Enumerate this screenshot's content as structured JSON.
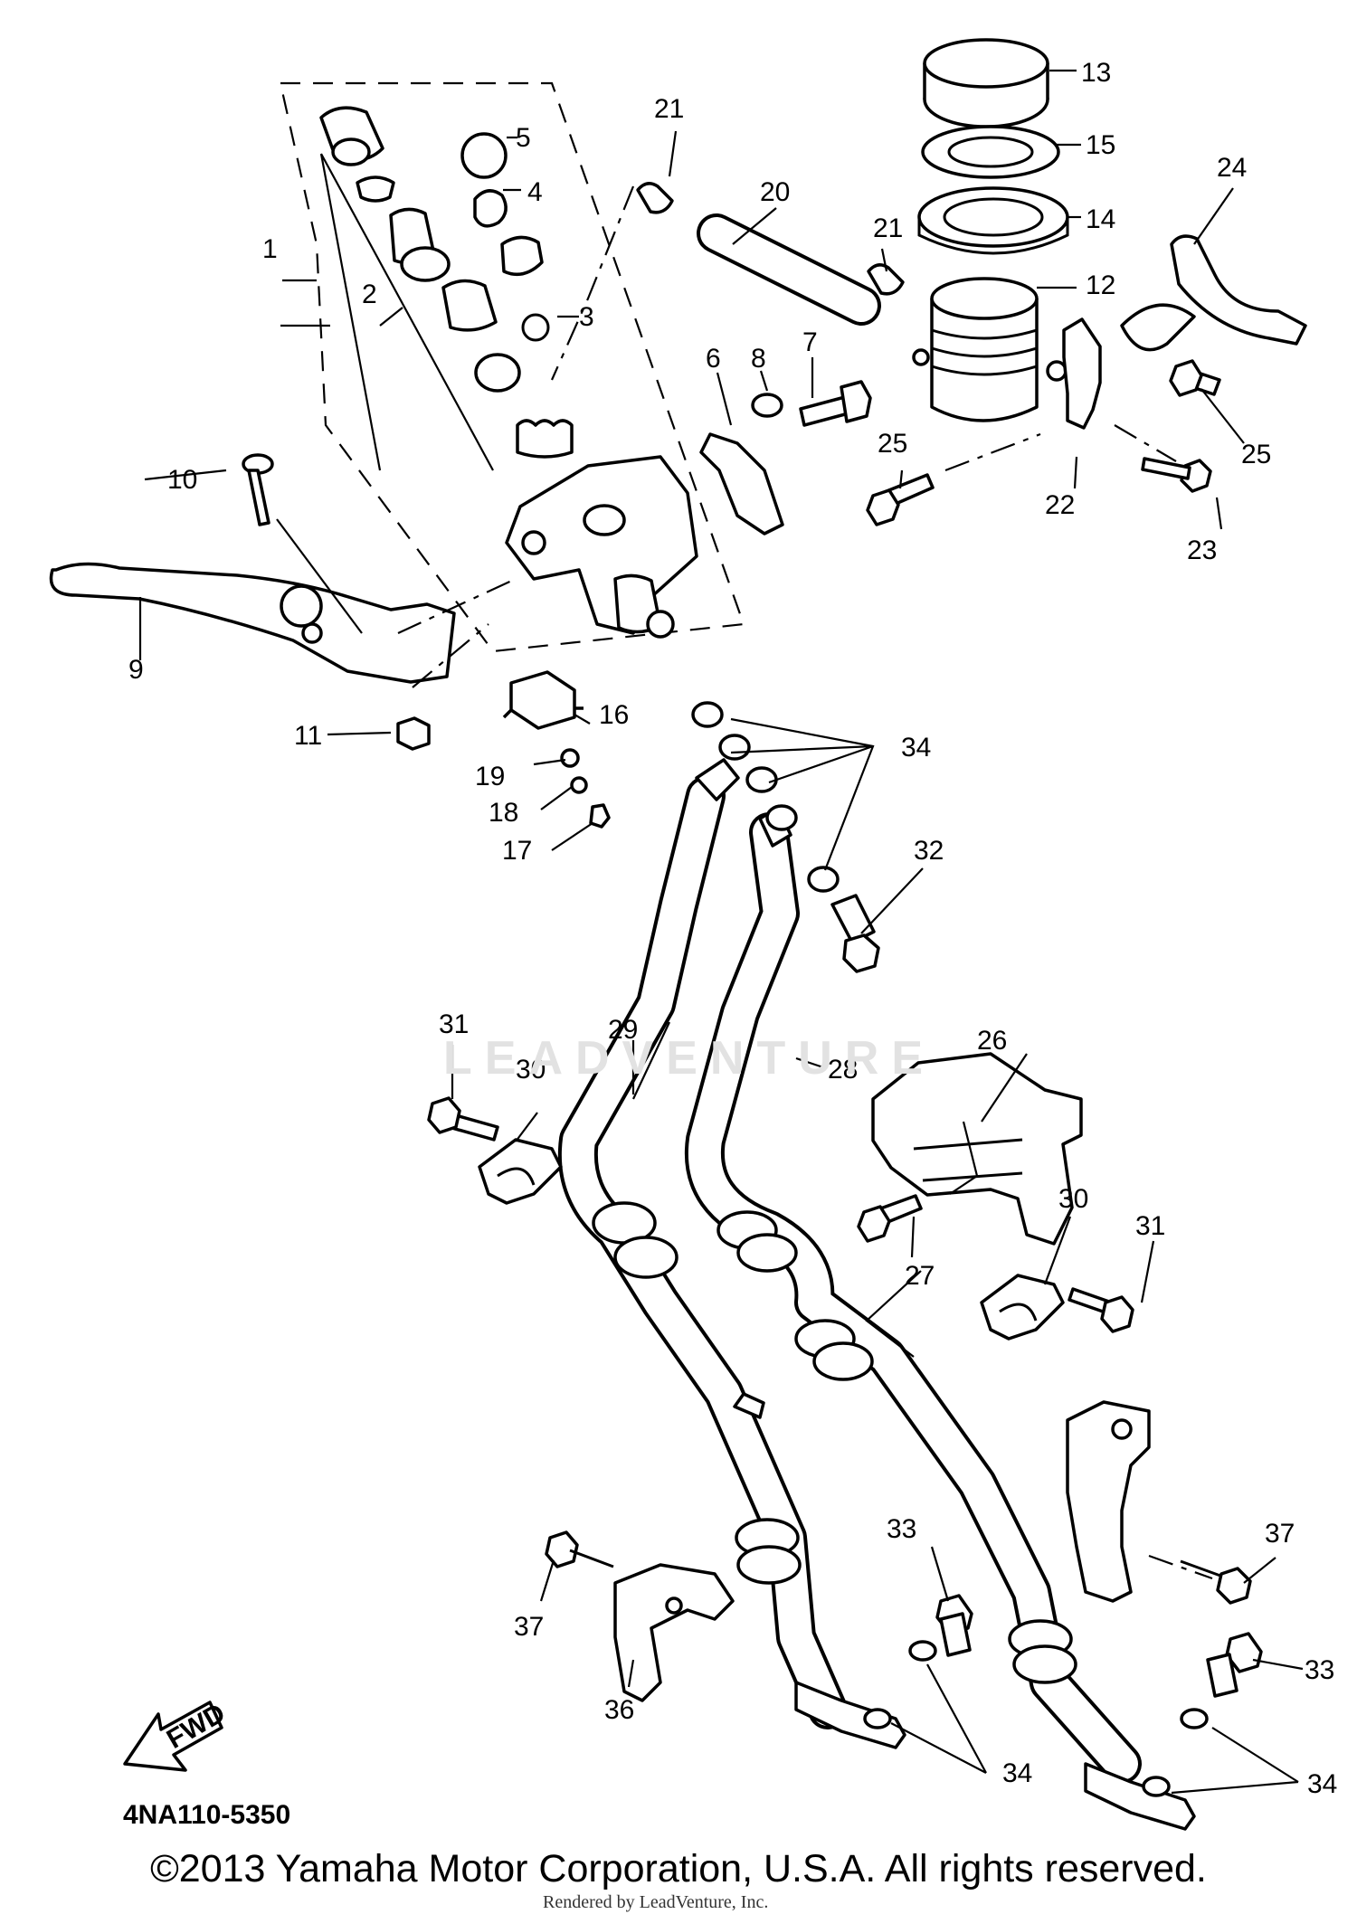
{
  "callouts": [
    "1",
    "2",
    "3",
    "4",
    "5",
    "6",
    "7",
    "8",
    "9",
    "10",
    "11",
    "12",
    "13",
    "14",
    "15",
    "16",
    "17",
    "18",
    "19",
    "20",
    "21",
    "21",
    "22",
    "23",
    "24",
    "25",
    "25",
    "26",
    "27",
    "28",
    "29",
    "30",
    "30",
    "31",
    "31",
    "32",
    "33",
    "33",
    "34",
    "34",
    "34",
    "36",
    "37",
    "37"
  ],
  "direction_arrow": "FWD",
  "diagram_code": "4NA110-5350",
  "copyright": "©2013 Yamaha Motor Corporation, U.S.A. All rights reserved.",
  "watermark": "LEADVENTURE",
  "rendered_by": "Rendered by LeadVenture, Inc."
}
